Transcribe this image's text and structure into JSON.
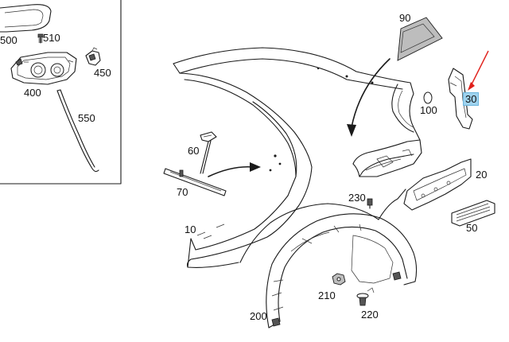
{
  "diagram": {
    "labels": {
      "p500": "500",
      "p510": "510",
      "p450": "450",
      "p400": "400",
      "p550": "550",
      "p90": "90",
      "p30": "30",
      "p100": "100",
      "p60": "60",
      "p70": "70",
      "p20": "20",
      "p230": "230",
      "p50": "50",
      "p10": "10",
      "p210": "210",
      "p220": "220",
      "p200": "200"
    },
    "highlight_color": "#9fd3ef",
    "arrow_color": "#e0201b"
  }
}
